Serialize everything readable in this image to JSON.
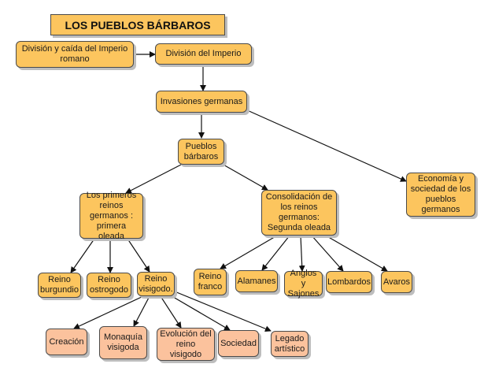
{
  "title": "LOS PUEBLOS BÁRBAROS",
  "nodes": {
    "division_caida": "División y caída del Imperio\nromano",
    "division_imperio": "División del Imperio",
    "invasiones": "Invasiones germanas",
    "pueblos_barbaros": "Pueblos\nbárbaros",
    "economia": "Economía y\nsociedad de los\npueblos\ngermanos",
    "primeros_reinos": "Los primeros\nreinos\ngermanos :\nprimera oleada",
    "consolidacion": "Consolidación de\nlos reinos\ngermanos:\nSegunda oleada",
    "reino_burgundio": "Reino\nburgundio",
    "reino_ostrogodo": "Reino\nostrogodo",
    "reino_visigodo": "Reino\nvisigodo.",
    "reino_franco": "Reino\nfranco",
    "alamanes": "Alamanes",
    "anglos_sajones": "Anglos y\nSajones",
    "lombardos": "Lombardos",
    "avaros": "Avaros",
    "creacion": "Creación",
    "monarquia": "Monaquía\nvisigoda",
    "evolucion": "Evolución del\nreino visigodo",
    "sociedad": "Sociedad",
    "legado": "Legado\nartístico"
  },
  "colors": {
    "primary_node": "#fcc55e",
    "secondary_node": "#fbc29d",
    "connector": "#111111"
  }
}
